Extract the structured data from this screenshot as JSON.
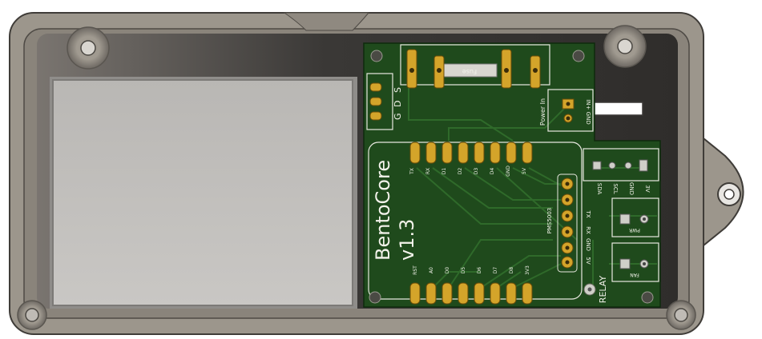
{
  "board": {
    "name": "BentoCore",
    "version": "v1.3"
  },
  "labels": {
    "fuse": "Fuse",
    "power_in": "Power In",
    "power_in_header": "IN+ GND",
    "servo_header": [
      "G",
      "D",
      "S"
    ],
    "relay": "RELAY",
    "pms5003": "PMS5003",
    "pms_pins": [
      "TX",
      "RX",
      "GND",
      "5V"
    ],
    "i2c_pins": [
      "SDA",
      "SCL",
      "GND",
      "3V"
    ],
    "pwr_connector": "PWR",
    "fan_connector": "FAN",
    "top_header_pins": [
      "TX",
      "RX",
      "D1",
      "D2",
      "D3",
      "D4",
      "GND",
      "5V"
    ],
    "bottom_header_pins": [
      "RST",
      "A0",
      "D0",
      "D5",
      "D6",
      "D7",
      "D8",
      "3V3"
    ]
  },
  "colors": {
    "enclosure": "#9c968c",
    "enclosure_edge": "#4a4742",
    "pcb": "#1f4a1c",
    "copper": "#d4a42a",
    "silk": "#f2f2ea"
  }
}
